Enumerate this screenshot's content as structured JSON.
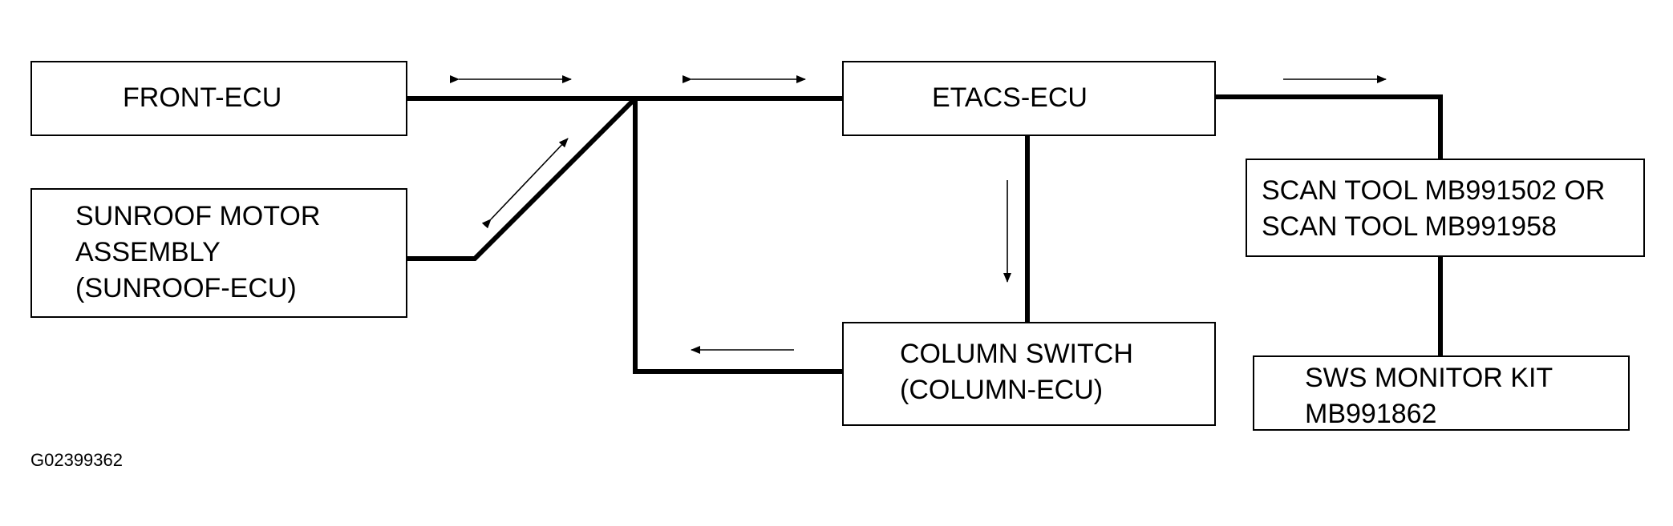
{
  "diagram": {
    "nodes": {
      "front_ecu": {
        "lines": [
          "FRONT-ECU"
        ]
      },
      "etacs_ecu": {
        "lines": [
          "ETACS-ECU"
        ]
      },
      "sunroof": {
        "lines": [
          "SUNROOF MOTOR",
          "ASSEMBLY",
          "(SUNROOF-ECU)"
        ]
      },
      "column_switch": {
        "lines": [
          "COLUMN SWITCH",
          "(COLUMN-ECU)"
        ]
      },
      "scan_tool": {
        "lines": [
          "SCAN TOOL MB991502 OR",
          "SCAN TOOL MB991958"
        ]
      },
      "sws_kit": {
        "lines": [
          "SWS MONITOR KIT",
          "MB991862"
        ]
      }
    },
    "figure_code": "G02399362"
  }
}
